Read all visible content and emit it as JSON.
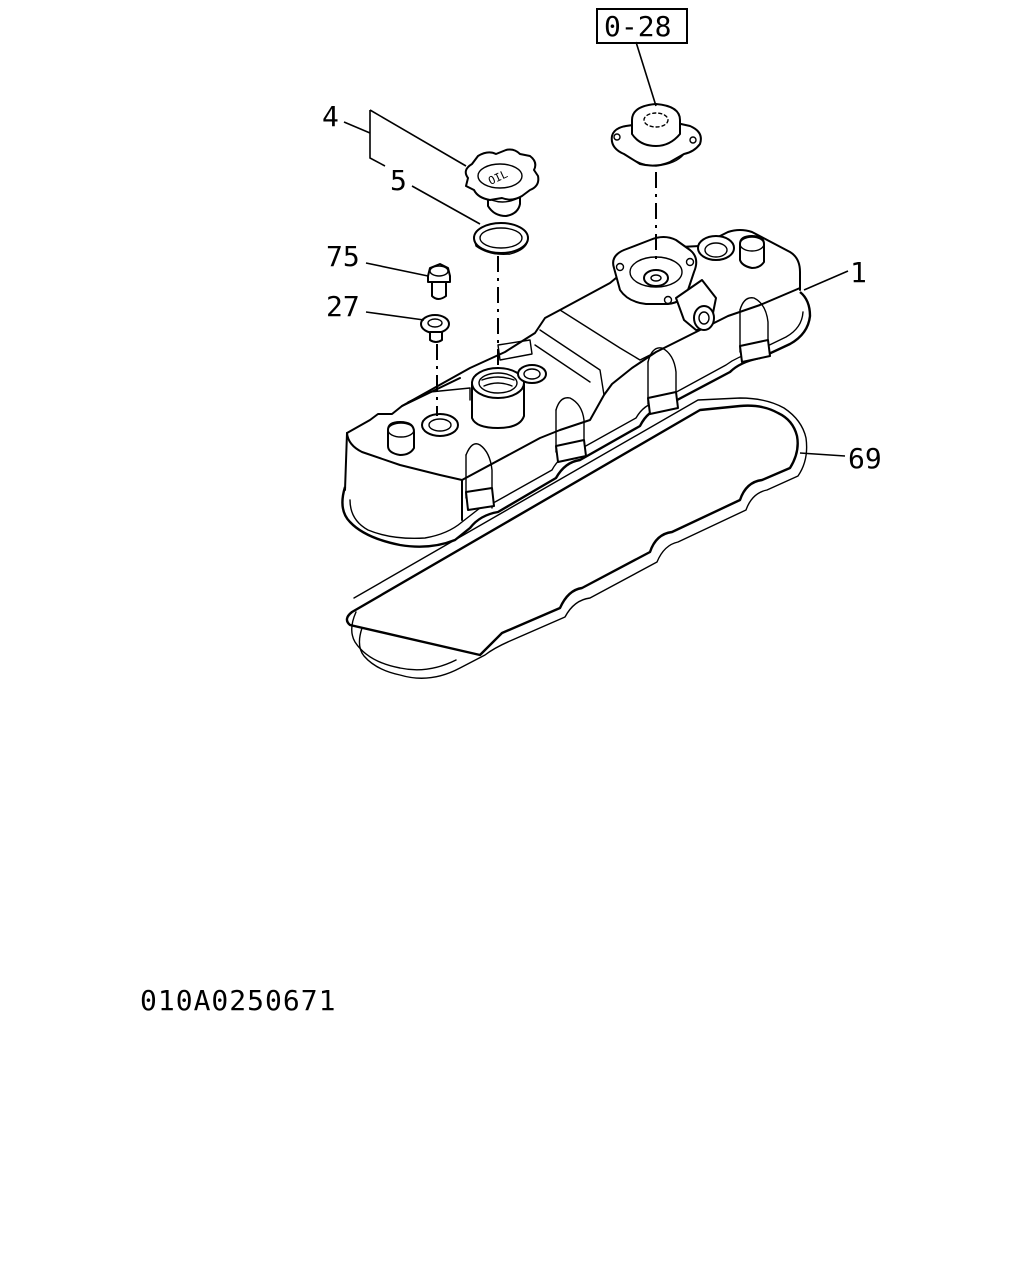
{
  "diagram": {
    "part_labels": {
      "p4": "4",
      "p5": "5",
      "p75": "75",
      "p27": "27",
      "p1": "1",
      "p69": "69",
      "ref": "0-28"
    },
    "cap_text": "OIL",
    "document_code": "010A0250671"
  }
}
